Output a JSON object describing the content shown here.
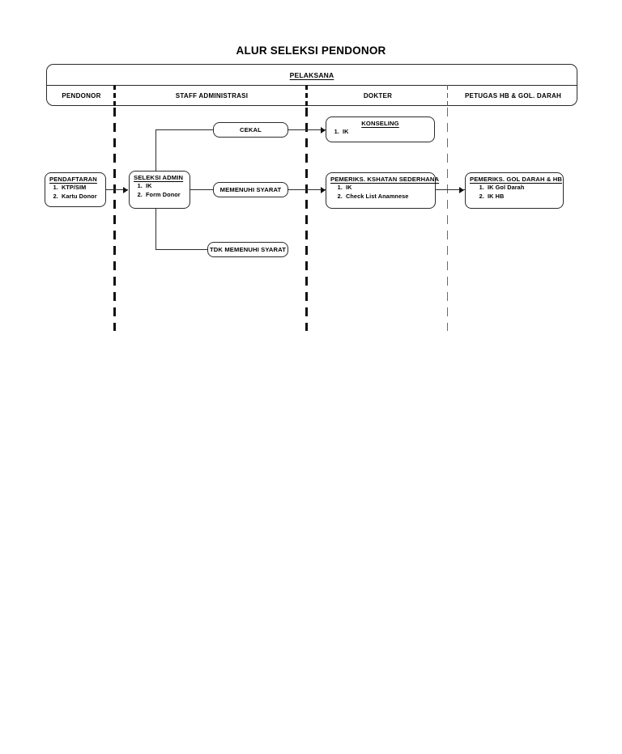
{
  "title": "ALUR SELEKSI PENDONOR",
  "swimlane_header": {
    "group_label": "PELAKSANA",
    "columns": [
      {
        "label": "PENDONOR"
      },
      {
        "label": "STAFF ADMINISTRASI"
      },
      {
        "label": "DOKTER"
      },
      {
        "label": "PETUGAS HB & GOL. DARAH"
      }
    ]
  },
  "nodes": {
    "pendaftaran": {
      "title": "PENDAFTARAN",
      "items": [
        "KTP/SIM",
        "Kartu Donor"
      ]
    },
    "seleksi_admin": {
      "title": "SELEKSI ADMIN",
      "items": [
        "IK",
        "Form Donor"
      ]
    },
    "cekal": {
      "title": "CEKAL"
    },
    "memenuhi_syarat": {
      "title": "MEMENUHI SYARAT"
    },
    "tdk_memenuhi_syarat": {
      "title": "TDK MEMENUHI SYARAT"
    },
    "konseling": {
      "title": "KONSELING",
      "items": [
        "IK"
      ]
    },
    "pemeriksaan_kesehatan": {
      "title": "PEMERIKS. KSHATAN SEDERHANA",
      "items": [
        "IK",
        "Check List Anamnese"
      ]
    },
    "pemeriksaan_gol_darah": {
      "title": "PEMERIKS. GOL DARAH & HB",
      "items": [
        "IK Gol Darah",
        "IK HB"
      ]
    }
  },
  "colors": {
    "stroke": "#2b2b2b",
    "dash": "#111111",
    "dash_light": "#6a6a6a",
    "background": "#ffffff",
    "text": "#000000"
  }
}
